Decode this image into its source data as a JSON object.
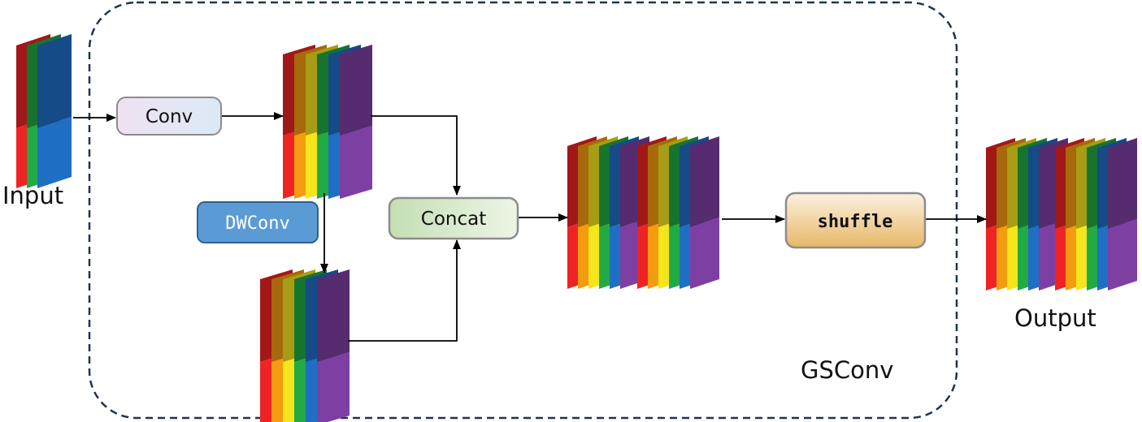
{
  "labels": {
    "input": "Input",
    "output": "Output",
    "module": "GSConv"
  },
  "blocks": {
    "conv": "Conv",
    "dwconv": "DWConv",
    "concat": "Concat",
    "shuffle": "shuffle"
  },
  "colors": {
    "frame": "#1f3450",
    "arrow": "#000000",
    "conv_fill": "#e4e6f6",
    "dwconv_fill": "#5b9bd5",
    "dwconv_stroke": "#2e5f8f",
    "concat_fill": "#cfe3c1",
    "shuffle_fill": "#efc98d",
    "block_stroke": "#8c8c8c"
  },
  "stack_palettes": {
    "input": [
      "#ee2424",
      "#22aa44",
      "#1f6fc5"
    ],
    "rainbow": [
      "#ee2424",
      "#f59b10",
      "#f5e51c",
      "#22aa44",
      "#1f6fc5",
      "#7e3fa3"
    ]
  }
}
